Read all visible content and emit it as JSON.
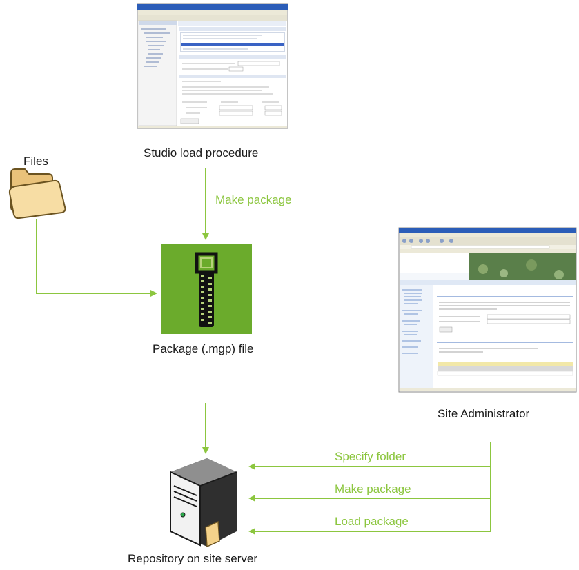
{
  "nodes": {
    "studio": {
      "label": "Studio load procedure"
    },
    "files": {
      "label": "Files"
    },
    "package": {
      "label": "Package (.mgp) file"
    },
    "site_admin": {
      "label": "Site Administrator"
    },
    "repository": {
      "label": "Repository on site server"
    }
  },
  "edges": {
    "studio_to_package": {
      "label": "Make package"
    },
    "files_to_package": {
      "label": ""
    },
    "package_to_repository": {
      "label": ""
    },
    "admin_specify_folder": {
      "label": "Specify folder"
    },
    "admin_make_package": {
      "label": "Make package"
    },
    "admin_load_package": {
      "label": "Load package"
    }
  },
  "colors": {
    "arrow": "#8cc63f",
    "package_bg": "#6bab2c",
    "folder": "#f6d89c",
    "server": "#3a3a3a"
  },
  "icons": {
    "studio": "studio-screenshot-icon",
    "files": "folder-icon",
    "package": "zip-package-icon",
    "site_admin": "site-admin-screenshot-icon",
    "repository": "server-icon"
  }
}
